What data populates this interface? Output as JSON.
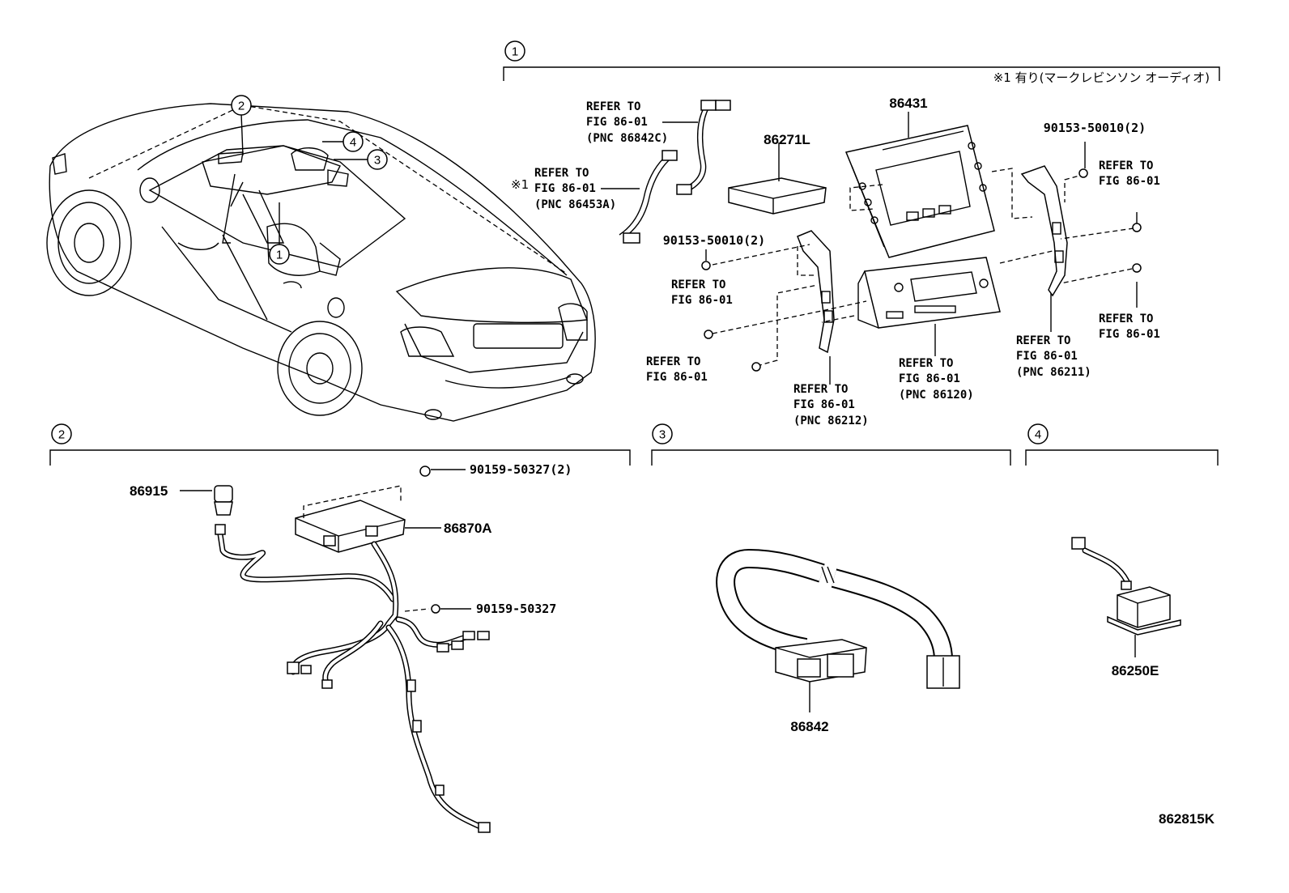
{
  "diagram_id": "862815K",
  "sections": {
    "s1": {
      "marker": "1",
      "note": "※1 有り(マークレビンソン オーディオ)"
    },
    "s2": {
      "marker": "2"
    },
    "s3": {
      "marker": "3"
    },
    "s4": {
      "marker": "4"
    }
  },
  "car_callouts": [
    "2",
    "4",
    "3",
    "1"
  ],
  "s1_labels": {
    "p86431": "86431",
    "p86271L": "86271L",
    "bolt_top_right": "90153-50010(2)",
    "bolt_left": "90153-50010(2)",
    "ref_86842C": [
      "REFER TO",
      "FIG 86-01",
      "(PNC 86842C)"
    ],
    "star1": "※1",
    "ref_86453A": [
      "REFER TO",
      "FIG 86-01",
      "(PNC 86453A)"
    ],
    "ref_tr": [
      "REFER TO",
      "FIG 86-01"
    ],
    "ref_left1": [
      "REFER TO",
      "FIG 86-01"
    ],
    "ref_left2": [
      "REFER TO",
      "FIG 86-01"
    ],
    "ref_86212": [
      "REFER TO",
      "FIG 86-01",
      "(PNC 86212)"
    ],
    "ref_86120": [
      "REFER TO",
      "FIG 86-01",
      "(PNC 86120)"
    ],
    "ref_86211": [
      "REFER TO",
      "FIG 86-01",
      "(PNC 86211)"
    ],
    "ref_right": [
      "REFER TO",
      "FIG 86-01"
    ]
  },
  "s2_labels": {
    "p86915": "86915",
    "p86870A": "86870A",
    "screw2": "90159-50327(2)",
    "screw1": "90159-50327"
  },
  "s3_labels": {
    "p86842": "86842"
  },
  "s4_labels": {
    "p86250E": "86250E"
  }
}
